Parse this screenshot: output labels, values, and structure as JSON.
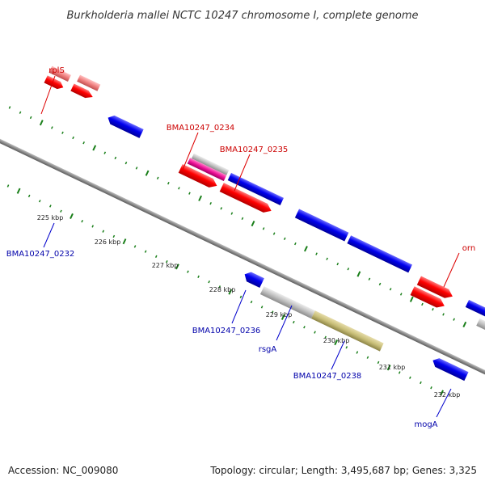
{
  "title": "Burkholderia mallei NCTC 10247 chromosome I, complete genome",
  "footer": {
    "accession": "Accession: NC_009080",
    "summary": "Topology: circular; Length: 3,495,687 bp; Genes: 3,325"
  },
  "ticks": [
    "225 kbp",
    "226 kbp",
    "227 kbp",
    "228 kbp",
    "229 kbp",
    "230 kbp",
    "231 kbp",
    "232 kbp"
  ],
  "genes": {
    "rplS": "rplS",
    "bma0234": "BMA10247_0234",
    "bma0235": "BMA10247_0235",
    "orn": "orn",
    "bma0232": "BMA10247_0232",
    "bma0236": "BMA10247_0236",
    "rsgA": "rsgA",
    "bma0238": "BMA10247_0238",
    "mogA": "mogA"
  },
  "colors": {
    "forward": "#ff0000",
    "reverse": "#0000ee",
    "pink": "#f08080",
    "magenta": "#ee1199",
    "gray": "#c0c0c0",
    "olive": "#c8be78",
    "backbone": "#888888",
    "gc_skew": "#1a7f1a"
  }
}
